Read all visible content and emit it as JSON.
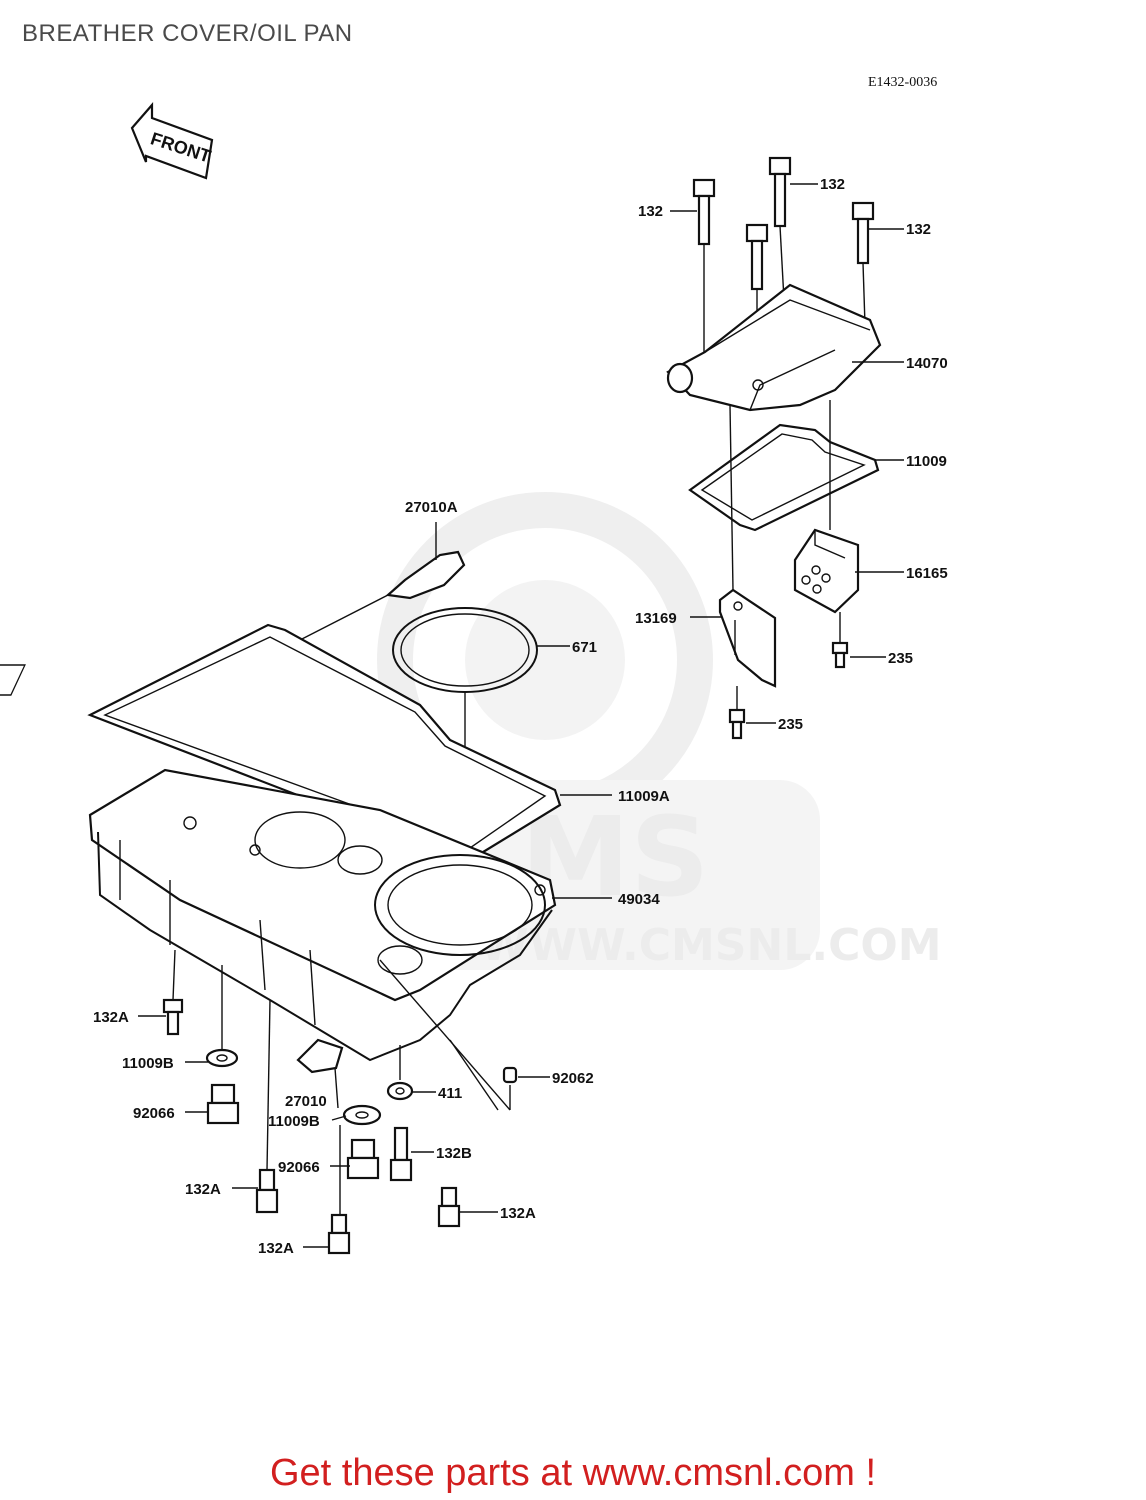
{
  "title": "BREATHER COVER/OIL PAN",
  "diagram_code": "E1432-0036",
  "front_label": "FRONT",
  "watermark": {
    "brand": "CMS",
    "url": "WWW.CMSNL.COM"
  },
  "promo": "Get these parts at www.cmsnl.com !",
  "parts": {
    "p132_a": "132",
    "p132_b": "132",
    "p132_c": "132",
    "p14070": "14070",
    "p11009": "11009",
    "p16165": "16165",
    "p13169": "13169",
    "p235_a": "235",
    "p235_b": "235",
    "p27010A": "27010A",
    "p671": "671",
    "p11009A": "11009A",
    "p49034": "49034",
    "p132A_a": "132A",
    "p11009B_a": "11009B",
    "p92066_a": "92066",
    "p27010": "27010",
    "p11009B_b": "11009B",
    "p92066_b": "92066",
    "p132A_b": "132A",
    "p132A_c": "132A",
    "p411": "411",
    "p132B": "132B",
    "p132A_d": "132A",
    "p92062": "92062"
  }
}
